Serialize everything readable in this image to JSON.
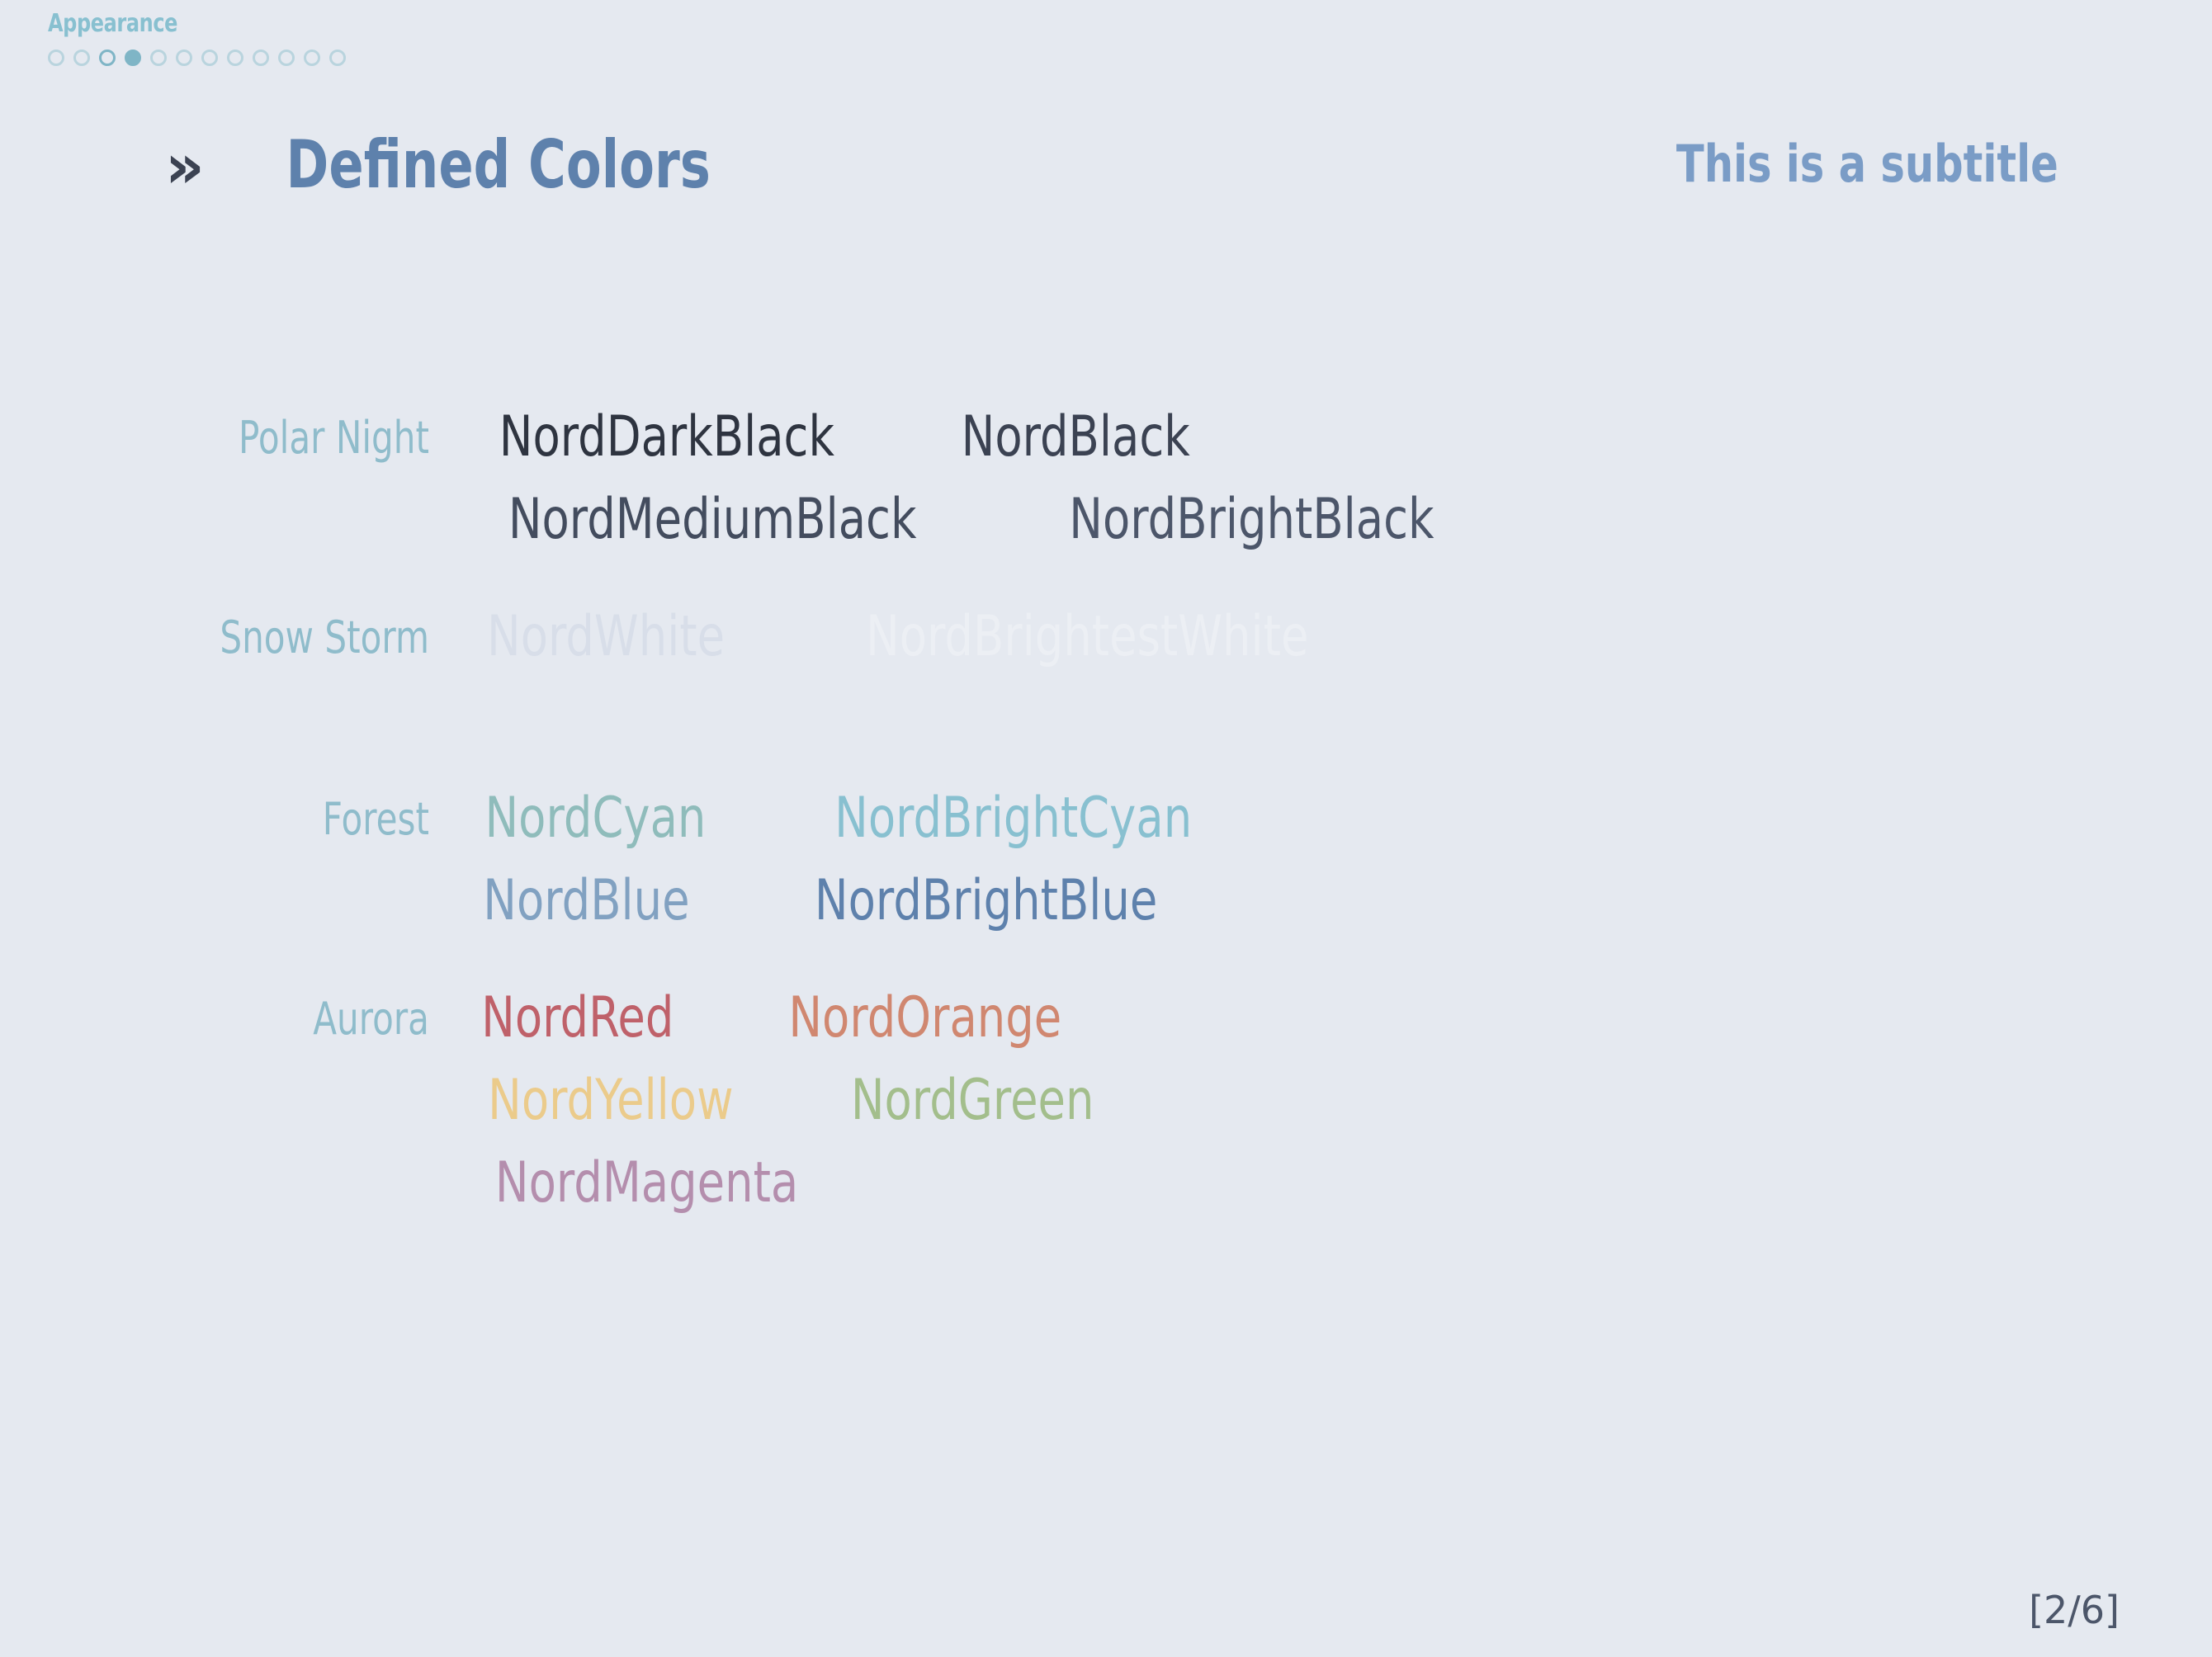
{
  "slide": {
    "section_name": "Appearance",
    "background_color": "#E5E9F0",
    "title_chevron": "»",
    "title": "Defined Colors",
    "subtitle": "This is a subtitle",
    "title_color": "#5E81AC",
    "subtitle_color": "#7A9CC6",
    "page_indicator": "[2/6]",
    "page_current": 2,
    "page_total": 6
  },
  "progress": {
    "total_dots": 12,
    "current_index": 4,
    "dot_color_idle": "#B9D4DE",
    "dot_color_active": "#7FB5C6"
  },
  "groups": [
    {
      "label": "Polar Night",
      "label_color": "#8FBCCB",
      "rows": [
        [
          {
            "name": "NordDarkBlack",
            "color": "#2E3440"
          },
          {
            "name": "NordBlack",
            "color": "#3B4252"
          }
        ],
        [
          {
            "name": "NordMediumBlack",
            "color": "#434C5E"
          },
          {
            "name": "NordBrightBlack",
            "color": "#4C566A"
          }
        ]
      ]
    },
    {
      "label": "Snow Storm",
      "label_color": "#8FBCCB",
      "rows": [
        [
          {
            "name": "NordWhite",
            "color": "#D8DEE9"
          },
          {
            "name": "NordBrightestWhite",
            "color": "#ECEFF4"
          }
        ]
      ]
    },
    {
      "label": "Forest",
      "label_color": "#8FBCCB",
      "rows": [
        [
          {
            "name": "NordCyan",
            "color": "#8FBCBB"
          },
          {
            "name": "NordBrightCyan",
            "color": "#88C0D0"
          }
        ],
        [
          {
            "name": "NordBlue",
            "color": "#81A1C1"
          },
          {
            "name": "NordBrightBlue",
            "color": "#5E81AC"
          }
        ]
      ]
    },
    {
      "label": "Aurora",
      "label_color": "#8FBCCB",
      "rows": [
        [
          {
            "name": "NordRed",
            "color": "#BF616A"
          },
          {
            "name": "NordOrange",
            "color": "#D08770"
          }
        ],
        [
          {
            "name": "NordYellow",
            "color": "#EBCB8B"
          },
          {
            "name": "NordGreen",
            "color": "#A3BE8C"
          }
        ],
        [
          {
            "name": "NordMagenta",
            "color": "#B48EAD"
          }
        ]
      ]
    }
  ]
}
